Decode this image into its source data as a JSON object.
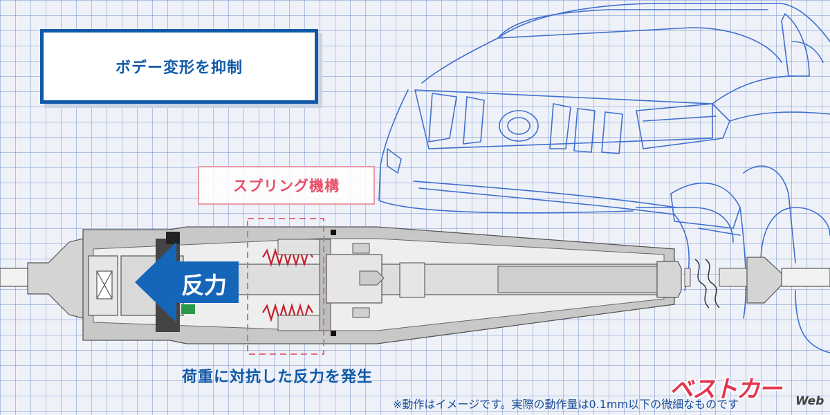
{
  "title": "ボデー変形を抑制",
  "spring_label": "スプリング機構",
  "arrow_label": "反力",
  "caption": "荷重に対抗した反力を発生",
  "note": "※動作はイメージです。実際の動作量は0.1mm以下の微細なものです",
  "brand": {
    "name": "ベストカー",
    "suffix": "Web"
  },
  "colors": {
    "accent_blue": "#0f5aa8",
    "spring_pink": "#e8506a",
    "brand_red": "#e2364f",
    "grid": "#6e8fd0"
  }
}
